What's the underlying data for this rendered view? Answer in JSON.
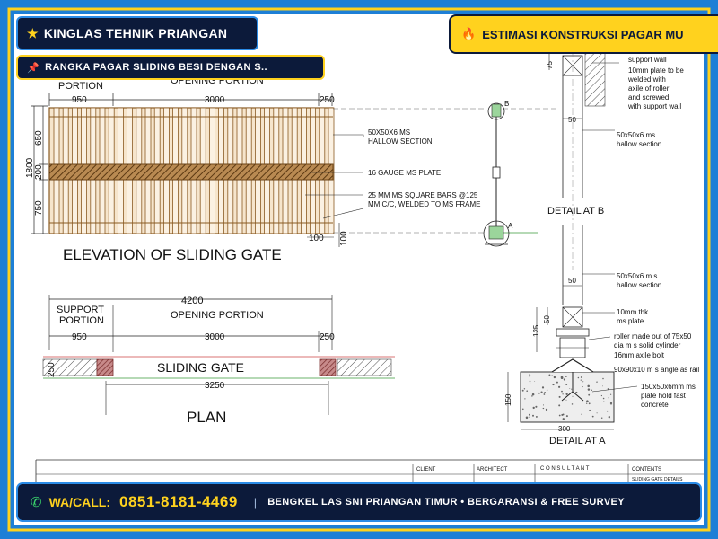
{
  "brand": {
    "star": "★",
    "name": "KINGLAS TEHNIK PRIANGAN"
  },
  "subtitle": {
    "pin": "📌",
    "text": "RANGKA PAGAR SLIDING BESI DENGAN S.."
  },
  "estimate": {
    "fire": "🔥",
    "text": "ESTIMASI KONSTRUKSI PAGAR MU"
  },
  "elevation": {
    "portion": "PORTION",
    "opening_portion": "OPENING PORTION",
    "dim_950": "950",
    "dim_3000": "3000",
    "dim_250": "250",
    "h_1800": "1800",
    "h_650": "650",
    "h_200": "200",
    "h_750": "750",
    "dim_100a": "100",
    "dim_100b": "100",
    "note_hollow_1": "50X50X6 MS",
    "note_hollow_2": "HALLOW SECTION",
    "note_plate": "16 GAUGE MS PLATE",
    "note_bars_1": "25 MM MS SQUARE BARS @125",
    "note_bars_2": "MM C/C, WELDED TO MS FRAME",
    "marker_b": "B",
    "marker_a": "A",
    "title": "ELEVATION OF SLIDING GATE"
  },
  "plan": {
    "dim_4200": "4200",
    "support_1": "SUPPORT",
    "support_2": "PORTION",
    "opening_portion": "OPENING PORTION",
    "dim_950": "950",
    "dim_3000": "3000",
    "dim_250": "250",
    "dim_250v": "250",
    "gate_label": "SLIDING GATE",
    "dim_3250": "3250",
    "title": "PLAN"
  },
  "detail_b": {
    "dim_75": "75",
    "dim_50": "50",
    "support_wall": "support wall",
    "plate_1": "10mm plate to be",
    "plate_2": "welded with",
    "plate_3": "axile of roller",
    "plate_4": "and screwed",
    "plate_5": "with support wall",
    "hollow_1": "50x50x6 ms",
    "hollow_2": "hallow section",
    "title": "DETAIL AT B"
  },
  "detail_a": {
    "hollow_1": "50x50x6 m s",
    "hollow_2": "hallow section",
    "dim_50": "50",
    "dim_50b": "50",
    "dim_125": "125",
    "dim_150": "150",
    "dim_300": "300",
    "plate_1": "10mm thk",
    "plate_2": "ms plate",
    "roller_1": "roller made out of 75x50",
    "roller_2": "dia m s solid cylinder",
    "axle": "16mm axile bolt",
    "angle": "90x90x10 m s angle as rail",
    "foot_1": "150x50x6mm ms",
    "foot_2": "plate hold fast",
    "foot_3": "concrete",
    "title": "DETAIL AT A"
  },
  "titleblock": {
    "client": "CLIENT",
    "architect": "ARCHITECT",
    "consultant": "C O N S U L T A N T",
    "contents": "CONTENTS",
    "sheet": "SLIDING GATE DETAILS"
  },
  "footer": {
    "phone_icon": "✆",
    "wa_label": "WA/CALL:",
    "wa_number": "0851-8181-4469",
    "separator": "|",
    "tagline": "BENGKEL LAS SNI PRIANGAN TIMUR • BERGARANSI & FREE SURVEY"
  },
  "colors": {
    "frame_blue": "#1d7fd6",
    "badge_navy": "#0c1a3a",
    "accent_yellow": "#ffd21e",
    "gate_fill": "#f6e5cc",
    "gate_stroke": "#8a5a22"
  }
}
